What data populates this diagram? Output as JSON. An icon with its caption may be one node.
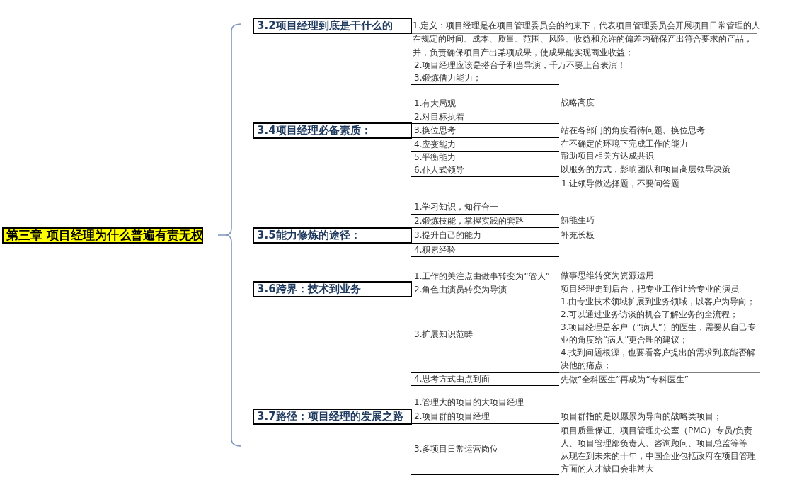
{
  "diagram": {
    "nodes": [
      {
        "text": [
          "第三章 项目经理为什么普遍有责无权"
        ]
      },
      {
        "text": [
          "3.2项目经理到底是干什么的"
        ],
        "beside": [
          "1.定义：项目经理是在项目管理委员会的约束下，代表项目管理委员会开展项目日常管理的人在规定的时间、成本、质量、范围、风险、收益和允许的偏差内确保产出符合要求的产品，并，负责确保项目产出某项成果，使成果能实现商业收益；",
          "2.项目经理应该是搭台子和当导演，千万不要上台表演！",
          "3.锻炼借力能力；"
        ]
      },
      {
        "text": [
          "3.4项目经理必备素质："
        ],
        "beside": [
          "1.有大局观",
          "战略高度",
          "2.对目标执着",
          "3.换位思考",
          "站在各部门的角度看待问题、换位思考",
          "4.应变能力",
          "在不确定的环境下完成工作的能力",
          "5.平衡能力",
          "帮助项目相关方达成共识",
          "6.仆人式领导",
          "以服务的方式，影响团队和项目高层领导决策",
          "1.让领导做选择题，不要问答题"
        ]
      },
      {
        "text": [
          "3.5能力修炼的途径："
        ],
        "beside": [
          "1.学习知识，知行合一",
          "2.锻炼技能，掌握实践的套路",
          "熟能生巧",
          "3.提升自己的能力",
          "补充长板",
          "4.积累经验"
        ]
      },
      {
        "text": [
          "3.6跨界：技术到业务"
        ],
        "beside": [
          "1.工作的关注点由做事转变为“管人”",
          "做事思维转变为资源运用",
          "2.角色由演员转变为导演",
          "项目经理走到后台，把专业工作让给专业的演员",
          "3.扩展知识范畴",
          "1.由专业技术领域扩展到业务领域，以客户为导向；",
          "2.可以通过业务访谈的机会了解业务的全流程；",
          "3.项目经理是客户（“病人”）的医生，需要从自己专业的角度给“病人”更合理的建议；",
          "4.找到问题根源，也要看客户提出的需求到底能否解决他的痛点；"
        ]
      },
      {
        "text": [
          "3.7路径：项目经理的发展之路"
        ],
        "beside": [
          "1.管理大的项目的大项目经理",
          "2.项目群的项目经理",
          "项目群指的是以愿景为导向的战略类项目；",
          "3.多项目日常运营岗位",
          "项目质量保证、项目管理办公室（PMO）专员/负责人、项目管理部负责人、咨询顾问、项目总监等等",
          "从现在到未来的十年，中国企业包括政府在项目管理方面的人才缺口会非常大"
        ]
      }
    ],
    "labels": [
      "4.思考方式由点到面",
      "先做“全科医生”再成为“专科医生”"
    ]
  }
}
